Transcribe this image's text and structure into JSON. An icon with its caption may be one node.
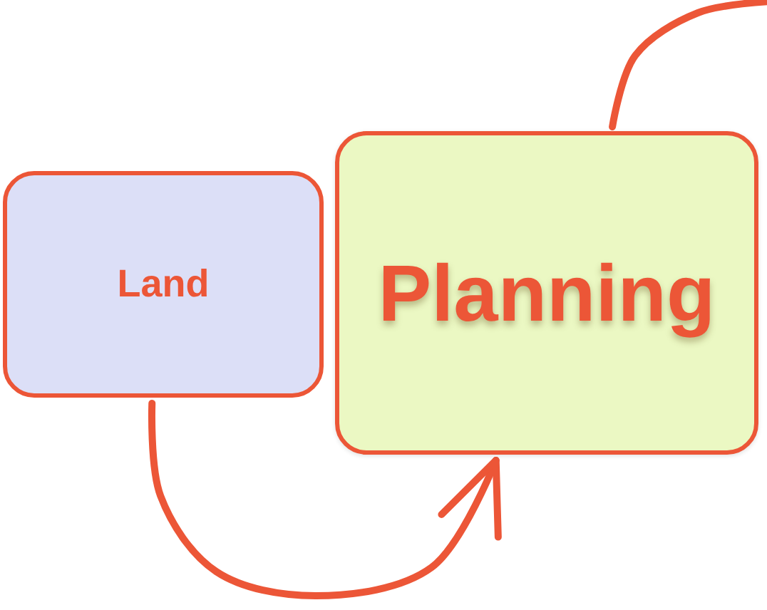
{
  "diagram": {
    "nodes": [
      {
        "text": [
          "Land"
        ]
      },
      {
        "text": [
          "Planning"
        ]
      }
    ],
    "edges": [
      {
        "from": 0,
        "to": 1,
        "arrow": "to"
      },
      {
        "from": 1,
        "to": null,
        "arrow": "none"
      }
    ]
  }
}
